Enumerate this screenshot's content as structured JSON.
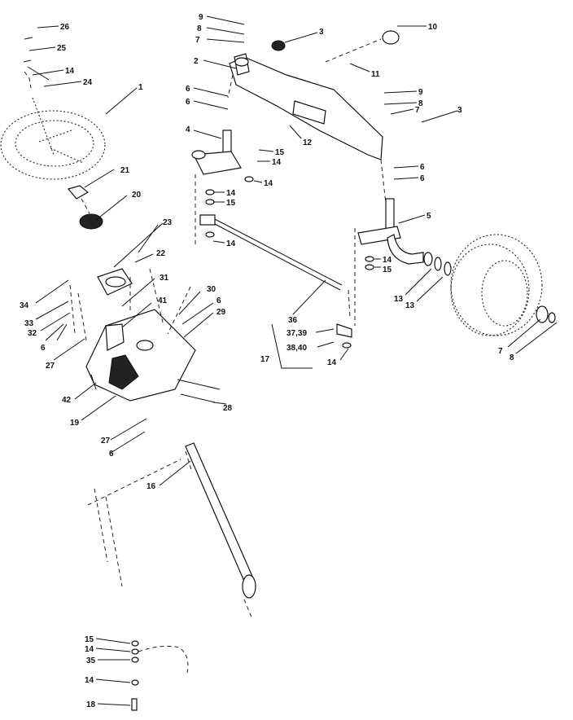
{
  "diagram": {
    "callouts": [
      "26",
      "25",
      "14",
      "24",
      "1",
      "21",
      "20",
      "23",
      "22",
      "31",
      "30",
      "6",
      "29",
      "41",
      "34",
      "33",
      "32",
      "6",
      "27",
      "42",
      "19",
      "27",
      "6",
      "28",
      "16",
      "9",
      "8",
      "7",
      "3",
      "2",
      "6",
      "6",
      "4",
      "15",
      "14",
      "14",
      "14",
      "15",
      "14",
      "10",
      "11",
      "12",
      "9",
      "8",
      "7",
      "3",
      "6",
      "6",
      "5",
      "14",
      "15",
      "13",
      "13",
      "36",
      "37,39",
      "38,40",
      "17",
      "14",
      "7",
      "8",
      "15",
      "14",
      "35",
      "14",
      "18"
    ]
  }
}
